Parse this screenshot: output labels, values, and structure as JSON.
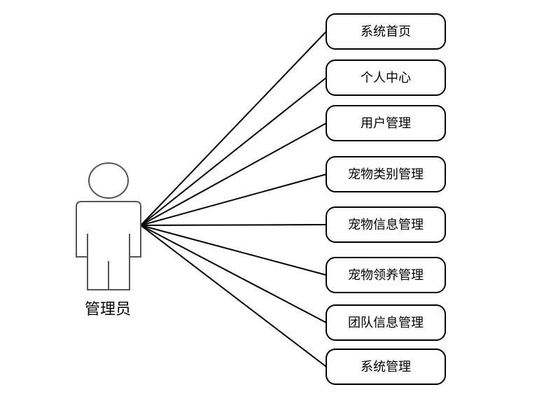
{
  "actor": {
    "label": "管理员",
    "icon": "person-icon"
  },
  "use_cases": [
    {
      "label": "系统首页"
    },
    {
      "label": "个人中心"
    },
    {
      "label": "用户管理"
    },
    {
      "label": "宠物类别管理"
    },
    {
      "label": "宠物信息管理"
    },
    {
      "label": "宠物领养管理"
    },
    {
      "label": "团队信息管理"
    },
    {
      "label": "系统管理"
    }
  ]
}
